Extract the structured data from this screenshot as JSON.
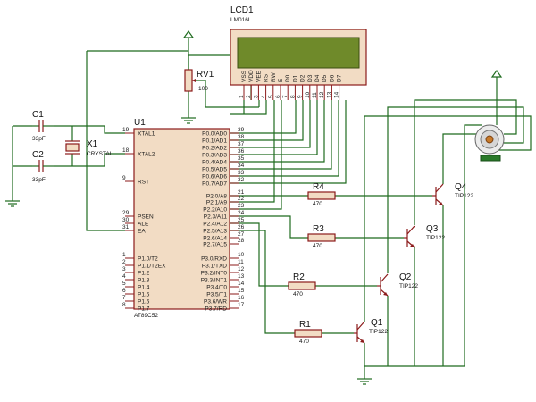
{
  "components": {
    "lcd": {
      "ref": "LCD1",
      "model": "LM016L",
      "pins": [
        {
          "num": "1",
          "label": "VSS"
        },
        {
          "num": "2",
          "label": "VDD"
        },
        {
          "num": "3",
          "label": "VEE"
        },
        {
          "num": "4",
          "label": "RS"
        },
        {
          "num": "5",
          "label": "RW"
        },
        {
          "num": "6",
          "label": "E"
        },
        {
          "num": "7",
          "label": "D0"
        },
        {
          "num": "8",
          "label": "D1"
        },
        {
          "num": "9",
          "label": "D2"
        },
        {
          "num": "10",
          "label": "D3"
        },
        {
          "num": "11",
          "label": "D4"
        },
        {
          "num": "12",
          "label": "D5"
        },
        {
          "num": "13",
          "label": "D6"
        },
        {
          "num": "14",
          "label": "D7"
        }
      ]
    },
    "rv1": {
      "ref": "RV1",
      "value": "100"
    },
    "c1": {
      "ref": "C1",
      "value": "33pF"
    },
    "c2": {
      "ref": "C2",
      "value": "33pF"
    },
    "x1": {
      "ref": "X1",
      "value": "CRYSTAL"
    },
    "u1": {
      "ref": "U1",
      "model": "AT89C52",
      "left_pins": [
        {
          "num": "19",
          "label": "XTAL1"
        },
        {
          "num": "18",
          "label": "XTAL2"
        },
        {
          "num": "9",
          "label": "RST"
        },
        {
          "num": "29",
          "label": "PSEN"
        },
        {
          "num": "30",
          "label": "ALE"
        },
        {
          "num": "31",
          "label": "EA"
        },
        {
          "num": "1",
          "label": "P1.0/T2"
        },
        {
          "num": "2",
          "label": "P1.1/T2EX"
        },
        {
          "num": "3",
          "label": "P1.2"
        },
        {
          "num": "4",
          "label": "P1.3"
        },
        {
          "num": "5",
          "label": "P1.4"
        },
        {
          "num": "6",
          "label": "P1.5"
        },
        {
          "num": "7",
          "label": "P1.6"
        },
        {
          "num": "8",
          "label": "P1.7"
        }
      ],
      "right_pins": [
        {
          "num": "39",
          "label": "P0.0/AD0"
        },
        {
          "num": "38",
          "label": "P0.1/AD1"
        },
        {
          "num": "37",
          "label": "P0.2/AD2"
        },
        {
          "num": "36",
          "label": "P0.3/AD3"
        },
        {
          "num": "35",
          "label": "P0.4/AD4"
        },
        {
          "num": "34",
          "label": "P0.5/AD5"
        },
        {
          "num": "33",
          "label": "P0.6/AD6"
        },
        {
          "num": "32",
          "label": "P0.7/AD7"
        },
        {
          "num": "21",
          "label": "P2.0/A8"
        },
        {
          "num": "22",
          "label": "P2.1/A9"
        },
        {
          "num": "23",
          "label": "P2.2/A10"
        },
        {
          "num": "24",
          "label": "P2.3/A11"
        },
        {
          "num": "25",
          "label": "P2.4/A12"
        },
        {
          "num": "26",
          "label": "P2.5/A13"
        },
        {
          "num": "27",
          "label": "P2.6/A14"
        },
        {
          "num": "28",
          "label": "P2.7/A15"
        },
        {
          "num": "10",
          "label": "P3.0/RXD"
        },
        {
          "num": "11",
          "label": "P3.1/TXD"
        },
        {
          "num": "12",
          "label": "P3.2/INT0"
        },
        {
          "num": "13",
          "label": "P3.3/INT1"
        },
        {
          "num": "14",
          "label": "P3.4/T0"
        },
        {
          "num": "15",
          "label": "P3.5/T1"
        },
        {
          "num": "16",
          "label": "P3.6/WR"
        },
        {
          "num": "17",
          "label": "P3.7/RD"
        }
      ]
    },
    "r1": {
      "ref": "R1",
      "value": "470"
    },
    "r2": {
      "ref": "R2",
      "value": "470"
    },
    "r3": {
      "ref": "R3",
      "value": "470"
    },
    "r4": {
      "ref": "R4",
      "value": "470"
    },
    "q1": {
      "ref": "Q1",
      "model": "TIP122"
    },
    "q2": {
      "ref": "Q2",
      "model": "TIP122"
    },
    "q3": {
      "ref": "Q3",
      "model": "TIP122"
    },
    "q4": {
      "ref": "Q4",
      "model": "TIP122"
    }
  },
  "colors": {
    "wire": "#1f6b1f",
    "component": "#8b1a1a",
    "lcd_screen": "#6f8a2a",
    "background": "#ffffff"
  }
}
